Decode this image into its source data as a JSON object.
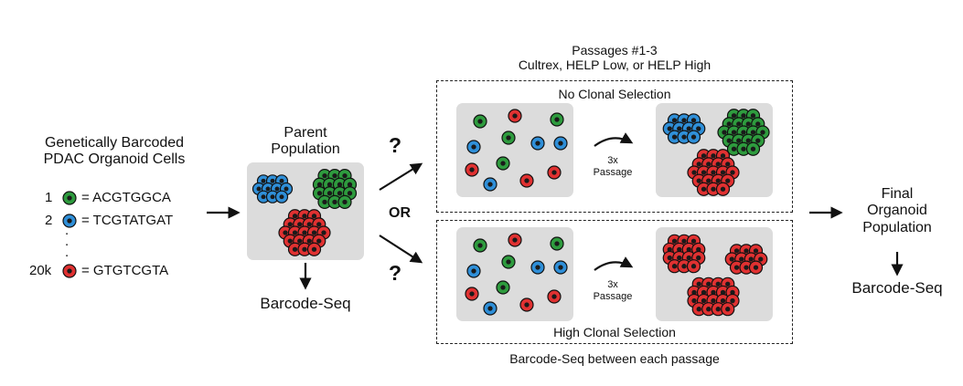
{
  "left": {
    "title_line1": "Genetically Barcoded",
    "title_line2": "PDAC Organoid Cells",
    "barcodes": [
      {
        "index": "1",
        "sequence": "= ACGTGGCA",
        "color": "#2e9b3e"
      },
      {
        "index": "2",
        "sequence": "= TCGTATGAT",
        "color": "#2f8fd8"
      },
      {
        "index": "20k",
        "sequence": "= GTGTCGTA",
        "color": "#e03131"
      }
    ],
    "ellipsis": "."
  },
  "parent": {
    "title_line1": "Parent",
    "title_line2": "Population",
    "output": "Barcode-Seq"
  },
  "branch": {
    "question": "?",
    "or": "OR"
  },
  "passages": {
    "title_line1": "Passages #1-3",
    "title_line2": "Cultrex, HELP Low, or HELP High",
    "top_label": "No Clonal Selection",
    "bottom_label": "High Clonal Selection",
    "step_line1": "3x",
    "step_line2": "Passage",
    "footer": "Barcode-Seq between each passage"
  },
  "final": {
    "title_line1": "Final",
    "title_line2": "Organoid",
    "title_line3": "Population",
    "output": "Barcode-Seq"
  },
  "colors": {
    "green": "#2e9b3e",
    "blue": "#2f8fd8",
    "red": "#e03131",
    "panel": "#dcdcdc"
  }
}
